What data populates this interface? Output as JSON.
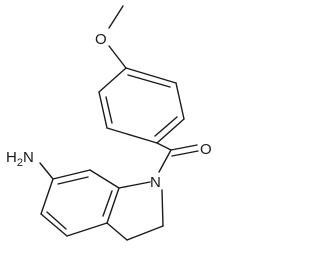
{
  "molecule": {
    "atom_labels": {
      "methoxy_oxygen": "O",
      "carbonyl_oxygen": "O",
      "indoline_nitrogen": "N",
      "amine_nitrogen": "N",
      "amine_hydrogen": "H",
      "amine_hydrogen_count": "2"
    }
  },
  "colors": {
    "bond": "#1a1a1a",
    "label": "#1a1a1a",
    "background": "#ffffff"
  }
}
